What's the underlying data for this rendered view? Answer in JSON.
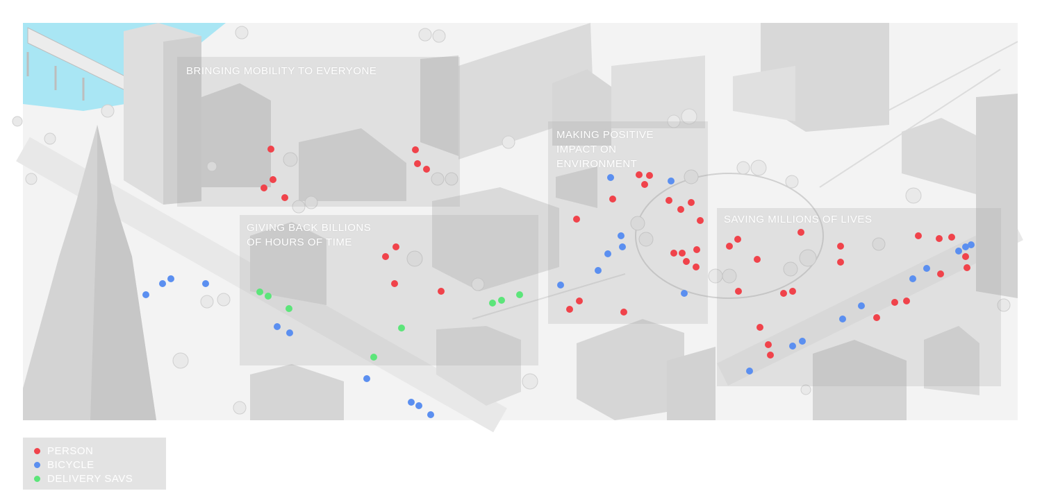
{
  "panels": [
    {
      "id": "mobility",
      "label": "BRINGING MOBILITY TO EVERYONE"
    },
    {
      "id": "time",
      "label": "GIVING BACK BILLIONS\nOF HOURS OF TIME"
    },
    {
      "id": "environment",
      "label": "MAKING POSITIVE\nIMPACT ON\nENVIRONMENT"
    },
    {
      "id": "lives",
      "label": "SAVING MILLIONS OF LIVES"
    }
  ],
  "legend": {
    "items": [
      {
        "key": "person",
        "label": "PERSON",
        "color": "#f0434b"
      },
      {
        "key": "bicycle",
        "label": "BICYCLE",
        "color": "#5b8ff0"
      },
      {
        "key": "delivery",
        "label": "DELIVERY SAVS",
        "color": "#5ce57a"
      }
    ]
  },
  "colors": {
    "water": "#9fe3f2",
    "ground": "#f2f2f2",
    "building": "#d8d8d8",
    "panel": "#c8c8c8"
  }
}
